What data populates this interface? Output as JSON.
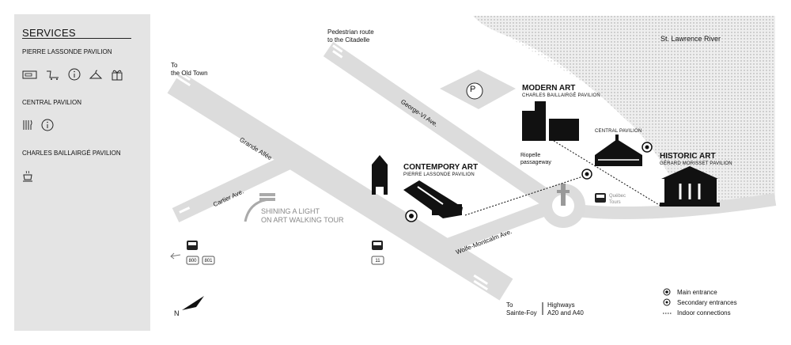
{
  "services": {
    "title": "SERVICES",
    "pavilions": [
      {
        "name": "PIERRE LASSONDE PAVILION",
        "icons": [
          "ticket-icon",
          "shop-icon",
          "info-icon",
          "coat-check-icon",
          "gift-icon"
        ]
      },
      {
        "name": "CENTRAL PAVILION",
        "icons": [
          "restaurant-icon",
          "info-icon"
        ]
      },
      {
        "name": "CHARLES BAILLAIRGÉ PAVILION",
        "icons": [
          "cafe-icon"
        ]
      }
    ]
  },
  "map": {
    "river": "St. Lawrence River",
    "to_old_town": "To\nthe Old Town",
    "pedestrian_route": "Pedestrian route\nto the Citadelle",
    "streets": {
      "grande_allee": "Grande Allée",
      "george_vi": "George-VI Ave.",
      "cartier": "Cartier Ave.",
      "wolfe_montcalm": "Wolfe-Montcalm Ave."
    },
    "parking": "P",
    "pavilions": {
      "modern": {
        "title": "MODERN ART",
        "sub": "CHARLES BAILLAIRGÉ PAVILION"
      },
      "central": {
        "title": "CENTRAL PAVILION"
      },
      "historic": {
        "title": "HISTORIC ART",
        "sub": "GÉRARD MORISSET PAVILION"
      },
      "contemporary": {
        "title": "CONTEMPORY ART",
        "sub": "PIERRE LASSONDE PAVILION"
      }
    },
    "riopelle": "Riopelle\npassageway",
    "quebec_tours": "Québec\nTours",
    "walking_tour": "SHINING A LIGHT\nON ART WALKING TOUR",
    "bus_routes_left": [
      "800",
      "801"
    ],
    "bus_routes_mid": [
      "11"
    ],
    "to_sainte_foy": "To\nSainte-Foy",
    "highways": "Highways\nA20 and A40",
    "north": "N"
  },
  "legend": {
    "main_entrance": "Main entrance",
    "secondary_entrances": "Secondary entrances",
    "indoor_connections": "Indoor connections"
  }
}
